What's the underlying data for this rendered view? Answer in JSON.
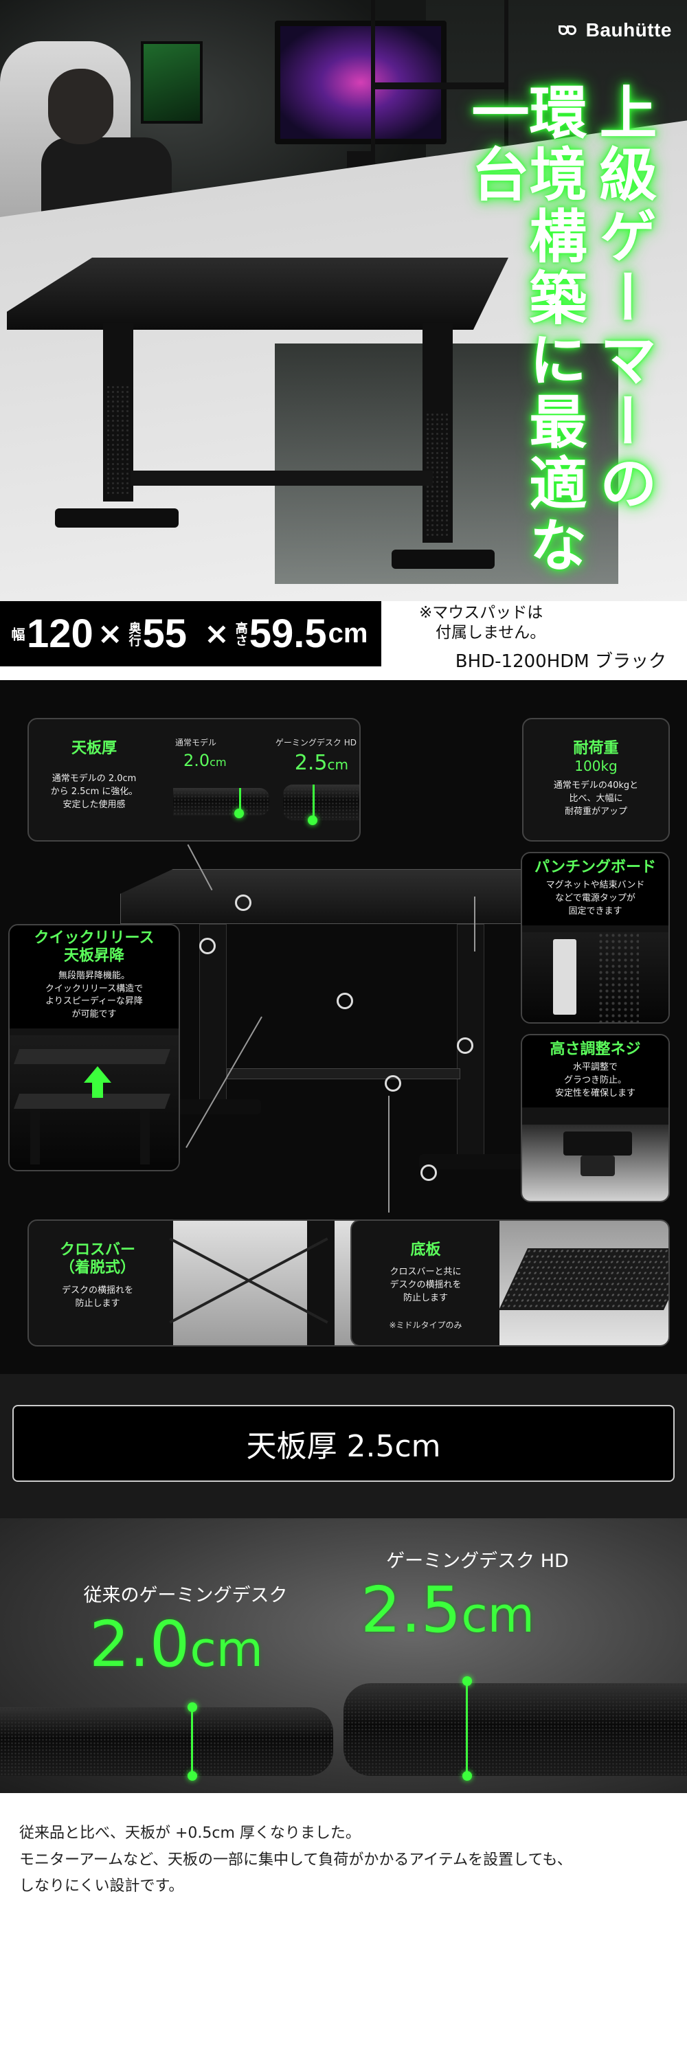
{
  "brand": {
    "name": "Bauhütte"
  },
  "hero": {
    "catch_col1": "上級ゲーマーの",
    "catch_col2": "環境構築に最適な一台",
    "dims": [
      {
        "label": "幅",
        "value": "120"
      },
      {
        "label": "奥行",
        "value": "55"
      },
      {
        "label": "高さ",
        "value": "59.5",
        "unit": "cm"
      }
    ],
    "times": "×",
    "note_line1": "※マウスパッドは",
    "note_line2": "付属しません。",
    "model": "BHD-1200HDM ブラック"
  },
  "features": {
    "tenban": {
      "title": "天板厚",
      "text1": "通常モデルの 2.0cm",
      "text2": "から 2.5cm に強化。",
      "text3": "安定した使用感",
      "std_label": "通常モデル",
      "std_val": "2.0",
      "std_unit": "cm",
      "hd_label": "ゲーミングデスク HD",
      "hd_val": "2.5",
      "hd_unit": "cm"
    },
    "load": {
      "title": "耐荷重",
      "value": "100kg",
      "text1": "通常モデルの40kgと",
      "text2": "比べ、大幅に",
      "text3": "耐荷重がアップ"
    },
    "punching": {
      "title": "パンチングボード",
      "text1": "マグネットや結束バンド",
      "text2": "などで電源タップが",
      "text3": "固定できます"
    },
    "quick": {
      "title1": "クイックリリース",
      "title2": "天板昇降",
      "text1": "無段階昇降機能。",
      "text2": "クイックリリース構造で",
      "text3": "よりスピーディーな昇降",
      "text4": "が可能です"
    },
    "adjuster": {
      "title": "高さ調整ネジ",
      "text1": "水平調整で",
      "text2": "グラつき防止。",
      "text3": "安定性を確保します"
    },
    "crossbar": {
      "title1": "クロスバー",
      "title2": "（着脱式）",
      "text1": "デスクの横揺れを",
      "text2": "防止します"
    },
    "bottom": {
      "title": "底板",
      "text1": "クロスバーと共に",
      "text2": "デスクの横揺れを",
      "text3": "防止します",
      "note": "※ミドルタイプのみ"
    }
  },
  "thickness": {
    "heading": "天板厚 2.5cm",
    "old_label": "従来のゲーミングデスク",
    "old_value": "2.0",
    "new_label": "ゲーミングデスク HD",
    "new_value": "2.5",
    "unit": "cm",
    "caption1": "従来品と比べ、天板が +0.5cm 厚くなりました。",
    "caption2": "モニターアームなど、天板の一部に集中して負荷がかかるアイテムを設置しても、",
    "caption3": "しなりにくい設計です。"
  },
  "colors": {
    "accent_green": "#3cff3c",
    "background": "#000000",
    "text": "#ffffff"
  }
}
